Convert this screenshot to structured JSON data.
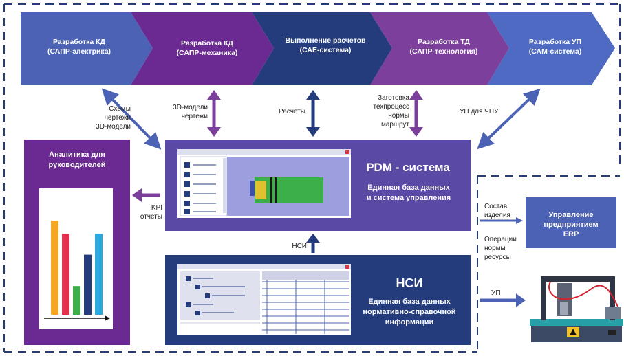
{
  "chevrons": [
    {
      "line1": "Разработка КД",
      "line2": "(САПР-электрика)",
      "color": "#4c63b5"
    },
    {
      "line1": "Разработка КД",
      "line2": "(САПР-механика)",
      "color": "#6b2a91"
    },
    {
      "line1": "Выполнение расчетов",
      "line2": "(САЕ-система)",
      "color": "#253c7c"
    },
    {
      "line1": "Разработка ТД",
      "line2": "(САПР-технология)",
      "color": "#7d3f9c"
    },
    {
      "line1": "Разработка УП",
      "line2": "(САМ-система)",
      "color": "#4e6ac2"
    }
  ],
  "connections": {
    "electric": {
      "lines": [
        "Схемы",
        "чертежи",
        "3D-модели"
      ]
    },
    "mechanic": {
      "lines": [
        "3D-модели",
        "чертежи"
      ]
    },
    "cae": {
      "lines": [
        "Расчеты"
      ]
    },
    "tech": {
      "lines": [
        "Заготовка",
        "техпроцесс",
        "нормы",
        "маршрут"
      ]
    },
    "cam": {
      "lines": [
        "УП для ЧПУ"
      ]
    }
  },
  "pdm": {
    "title": "PDM - система",
    "subtitle1": "Единная база данных",
    "subtitle2": "и система управления",
    "color": "#5a4aa6"
  },
  "nsi": {
    "title": "НСИ",
    "subtitle1": "Единная база данных",
    "subtitle2": "нормативно-справочной",
    "subtitle3": "информации",
    "color": "#253c7c"
  },
  "nsi_link": {
    "label": "НСИ"
  },
  "analytics": {
    "title1": "Аналитика для",
    "title2": "руководителей",
    "color": "#6b2a91",
    "bars": [
      {
        "value": 0.72,
        "color": "#f6a623"
      },
      {
        "value": 0.62,
        "color": "#e5304d"
      },
      {
        "value": 0.22,
        "color": "#3cae4a"
      },
      {
        "value": 0.46,
        "color": "#253c7c"
      },
      {
        "value": 0.62,
        "color": "#29a9e0"
      }
    ]
  },
  "kpi": {
    "line1": "KPI",
    "line2": "отчеты"
  },
  "erp": {
    "line1": "Управление",
    "line2": "предприятием",
    "line3": "ERP",
    "color": "#4c63b5"
  },
  "erp_in": {
    "line1": "Состав",
    "line2": "изделия"
  },
  "erp_out": {
    "line1": "Операции",
    "line2": "нормы",
    "line3": "ресурсы"
  },
  "up": {
    "label": "УП"
  },
  "colors": {
    "arrow_blue": "#4c63b5",
    "arrow_purple": "#7d3f9c",
    "arrow_navy": "#253c7c",
    "dash": "#253c7c"
  }
}
